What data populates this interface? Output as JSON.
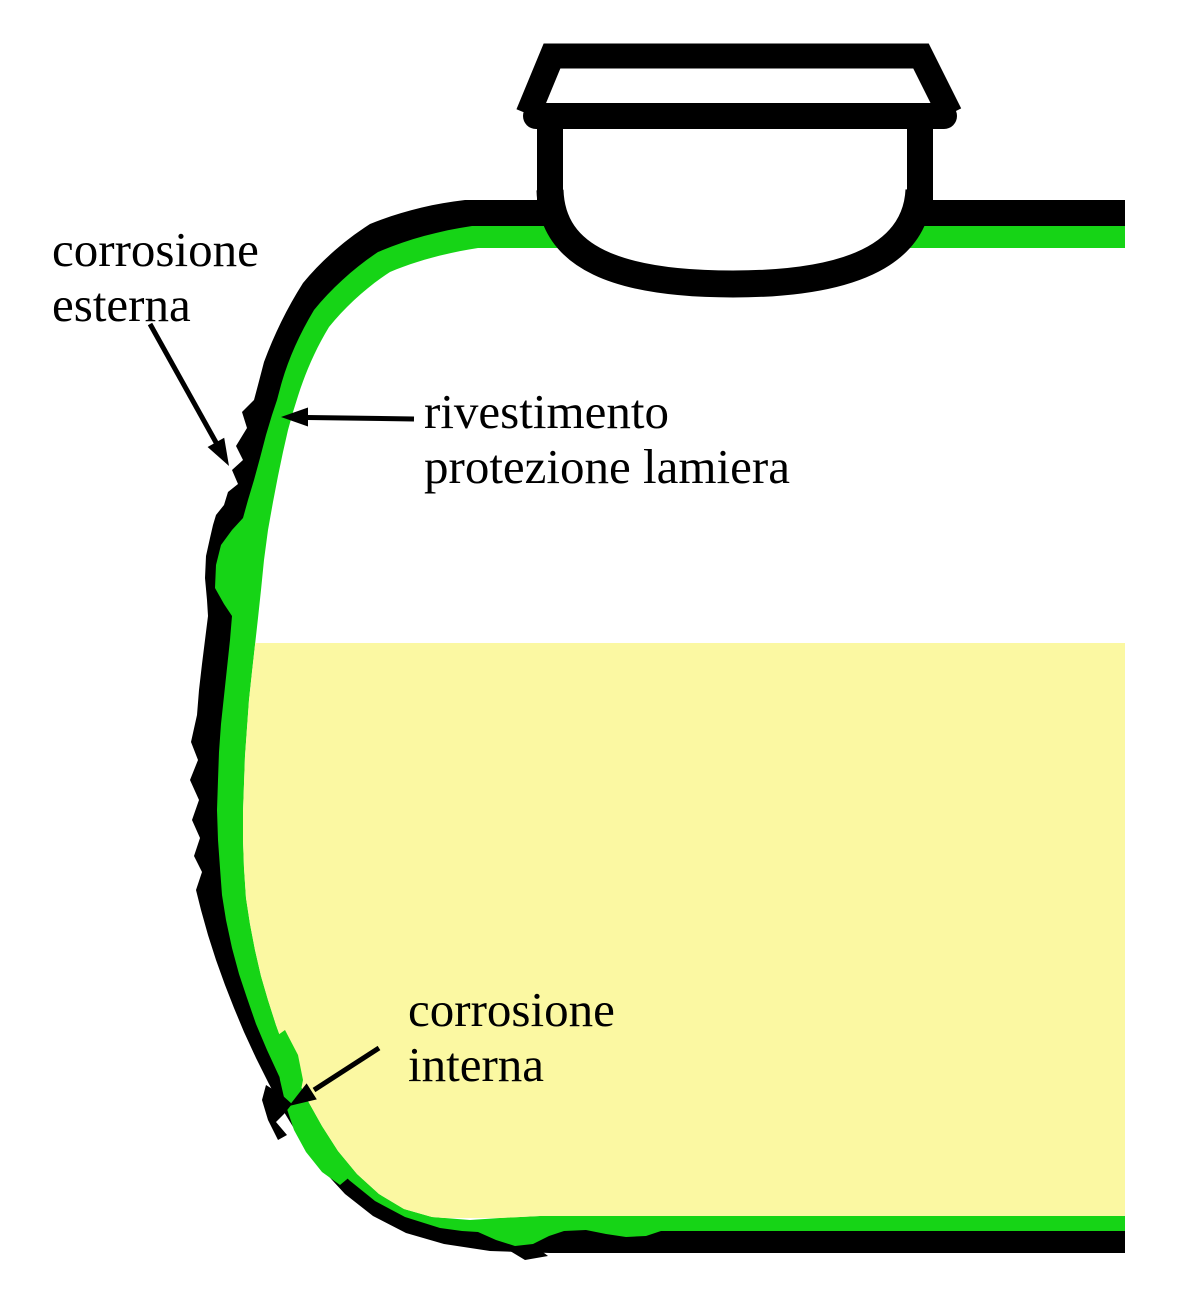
{
  "labels": {
    "corrosione_esterna": {
      "line1": "corrosione",
      "line2": "esterna"
    },
    "rivestimento_protezione": {
      "line1": "rivestimento",
      "line2": "protezione lamiera"
    },
    "corrosione_interna": {
      "line1": "corrosione",
      "line2": "interna"
    }
  },
  "colors": {
    "outline": "#000000",
    "coating": "#16d416",
    "liquid": "#fbf8a2",
    "background": "#ffffff",
    "text": "#000000"
  }
}
